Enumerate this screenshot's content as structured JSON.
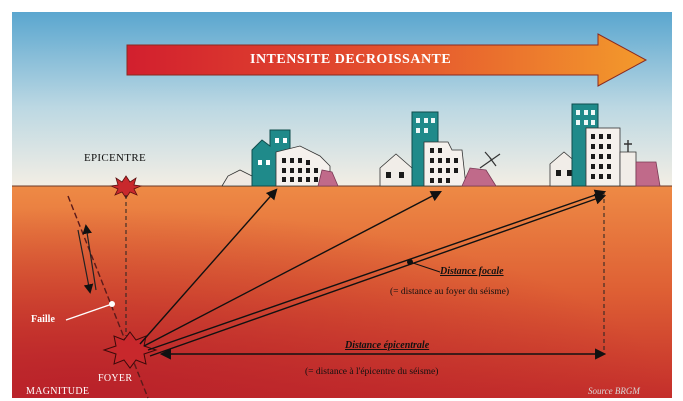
{
  "banner": {
    "text": "INTENSITE DECROISSANTE"
  },
  "labels": {
    "epicentre": "EPICENTRE",
    "faille": "Faille",
    "foyer": "FOYER",
    "magnitude": "MAGNITUDE",
    "distance_focale": "Distance focale",
    "distance_focale_note": "(= distance au foyer du séisme)",
    "distance_epicentrale": "Distance épicentrale",
    "distance_epicentrale_note": "(= distance à l'épicentre du séisme)",
    "source": "Source BRGM"
  },
  "colors": {
    "sky_top": "#5aa6cf",
    "sky_bottom": "#f3eee4",
    "ground_top": "#e9783a",
    "ground_bottom": "#c8322a",
    "arrow_red": "#d21f2e",
    "arrow_orange": "#f08a2a",
    "building_teal": "#1f8a8a",
    "rubble_pink": "#c06a8a"
  }
}
